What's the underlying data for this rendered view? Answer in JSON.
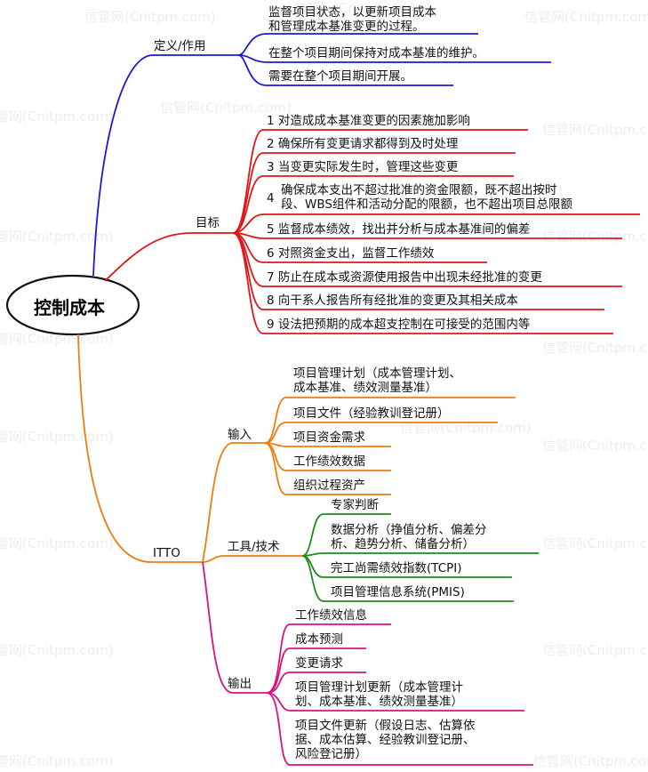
{
  "root": "控制成本",
  "watermark": "信管网(Cnitpm.com)",
  "colors": {
    "blue": "#1a1ad8",
    "red": "#e01818",
    "orange": "#f07c10",
    "green": "#1e8c1e",
    "magenta": "#d8147c"
  },
  "definition": {
    "label": "定义/作用",
    "items": [
      "监督项目状态，以更新项目成本\n和管理成本基准变更的过程。",
      "在整个项目期间保持对成本基准的维护。",
      "需要在整个项目期间开展。"
    ]
  },
  "goals": {
    "label": "目标",
    "items": [
      "1 对造成成本基准变更的因素施加影响",
      "2 确保所有变更请求都得到及时处理",
      "3 当变更实际发生时，管理这些变更",
      "4",
      "确保成本支出不超过批准的资金限额，既不超出按时\n段、WBS组件和活动分配的限额，也不超出项目总限额",
      "5 监督成本绩效，找出并分析与成本基准间的偏差",
      "6 对照资金支出，监督工作绩效",
      "7 防止在成本或资源使用报告中出现未经批准的变更",
      "8 向干系人报告所有经批准的变更及其相关成本",
      "9 设法把预期的成本超支控制在可接受的范围内等"
    ]
  },
  "itto": {
    "label": "ITTO",
    "inputs": {
      "label": "输入",
      "items": [
        "项目管理计划（成本管理计划、\n成本基准、绩效测量基准）",
        "项目文件（经验教训登记册）",
        "项目资金需求",
        "工作绩效数据",
        "组织过程资产"
      ]
    },
    "tools": {
      "label": "工具/技术",
      "items": [
        "专家判断",
        "数据分析（挣值分析、偏差分\n析、趋势分析、储备分析）",
        "完工尚需绩效指数(TCPI)",
        "项目管理信息系统(PMIS)"
      ]
    },
    "outputs": {
      "label": "输出",
      "items": [
        "工作绩效信息",
        "成本预测",
        "变更请求",
        "项目管理计划更新（成本管理计\n划、成本基准、绩效测量基准）",
        "项目文件更新（假设日志、估算依\n据、成本估算、经验教训登记册、\n风险登记册）"
      ]
    }
  }
}
